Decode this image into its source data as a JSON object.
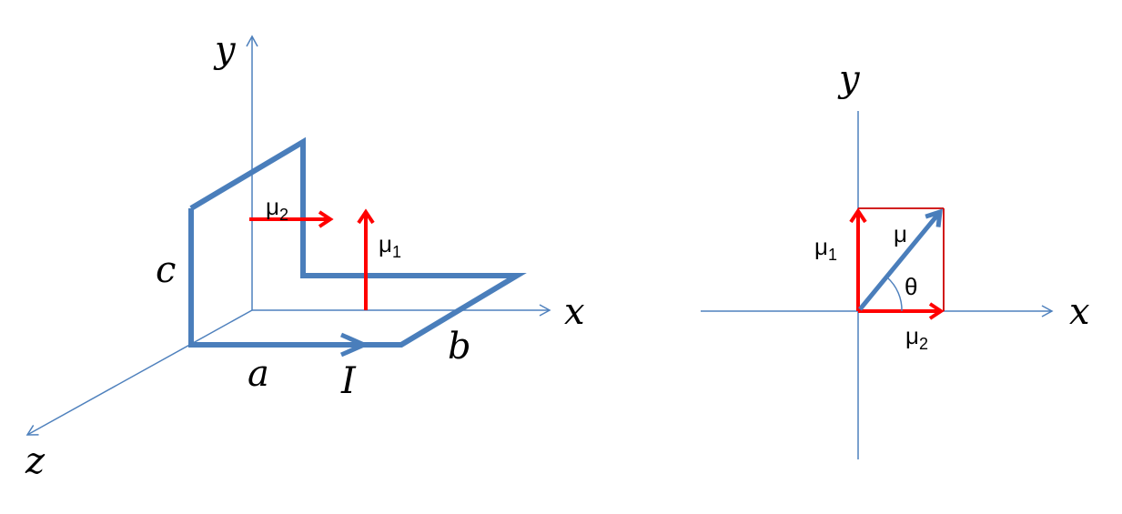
{
  "colors": {
    "axis": "#4f81bd",
    "loop": "#4a7ebb",
    "moment": "#ff0000"
  },
  "left_diagram": {
    "axis_labels": {
      "x": "x",
      "y": "y",
      "z": "z"
    },
    "dimension_labels": {
      "a": "a",
      "b": "b",
      "c": "c"
    },
    "current_label": "I",
    "mu1": {
      "base": "μ",
      "sub": "1"
    },
    "mu2": {
      "base": "μ",
      "sub": "2"
    }
  },
  "right_diagram": {
    "axis_labels": {
      "x": "x",
      "y": "y"
    },
    "mu": "μ",
    "theta": "θ",
    "mu1": {
      "base": "μ",
      "sub": "1"
    },
    "mu2": {
      "base": "μ",
      "sub": "2"
    }
  }
}
